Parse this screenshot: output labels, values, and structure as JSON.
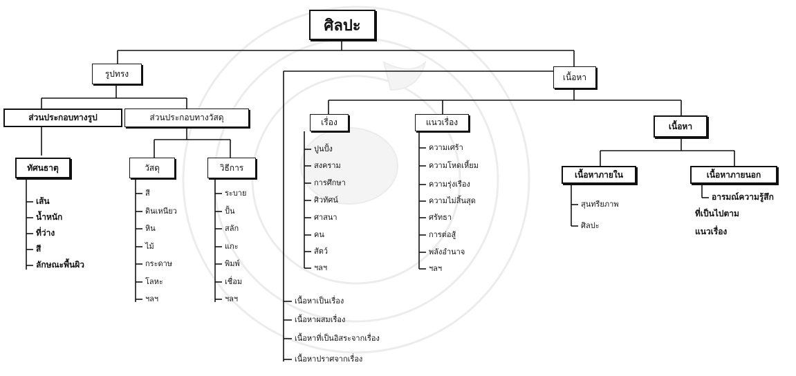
{
  "root": "ศิลปะ",
  "form": {
    "title": "รูปทรง",
    "visual": {
      "title": "ส่วนประกอบทางรูป",
      "child": "ทัศนธาตุ",
      "items": [
        "เส้น",
        "น้ำหนัก",
        "ที่ว่าง",
        "สี",
        "ลักษณะพื้นผิว"
      ]
    },
    "material": {
      "title": "ส่วนประกอบทางวัสดุ",
      "materials": {
        "title": "วัสดุ",
        "items": [
          "สี",
          "ดินเหนียว",
          "หิน",
          "ไม้",
          "กระดาษ",
          "โลหะ",
          "ฯลฯ"
        ]
      },
      "methods": {
        "title": "วิธีการ",
        "items": [
          "ระบาย",
          "ปั้น",
          "สลัก",
          "แกะ",
          "พิมพ์",
          "เชื่อม",
          "ฯลฯ"
        ]
      }
    }
  },
  "content": {
    "title": "เนื้อหา",
    "story": {
      "title": "เรื่อง",
      "items": [
        "ปูนปั้ง",
        "สงคราม",
        "การศึกษา",
        "ศิวทัศน์",
        "ศาสนา",
        "คน",
        "สัตว์",
        "ฯลฯ"
      ]
    },
    "theme": {
      "title": "แนวเรื่อง",
      "items": [
        "ความเศร้า",
        "ความโหดเหี้ยม",
        "ความรุ่งเรือง",
        "ความไม่สิ้นสุด",
        "ศรัทธา",
        "การต่อสู้",
        "พลังอำนาจ",
        "ฯลฯ"
      ]
    },
    "content_sub": {
      "title": "เนื้อหา",
      "inner": {
        "title": "เนื้อหาภายใน",
        "items": [
          "สุนทรียภาพ",
          "ศิลปะ"
        ]
      },
      "outer": {
        "title": "เนื้อหาภายนอก",
        "items": [
          "อารมณ์ความรู้สึก",
          "ที่เป็นไปตาม",
          "แนวเรื่อง"
        ]
      }
    },
    "relations": [
      "เนื้อหาเป็นเรื่อง",
      "เนื้อหาผสมเรื่อง",
      "เนื้อหาที่เป็นอิสระจากเรื่อง",
      "เนื้อหาปราศจากเรื่อง"
    ]
  }
}
